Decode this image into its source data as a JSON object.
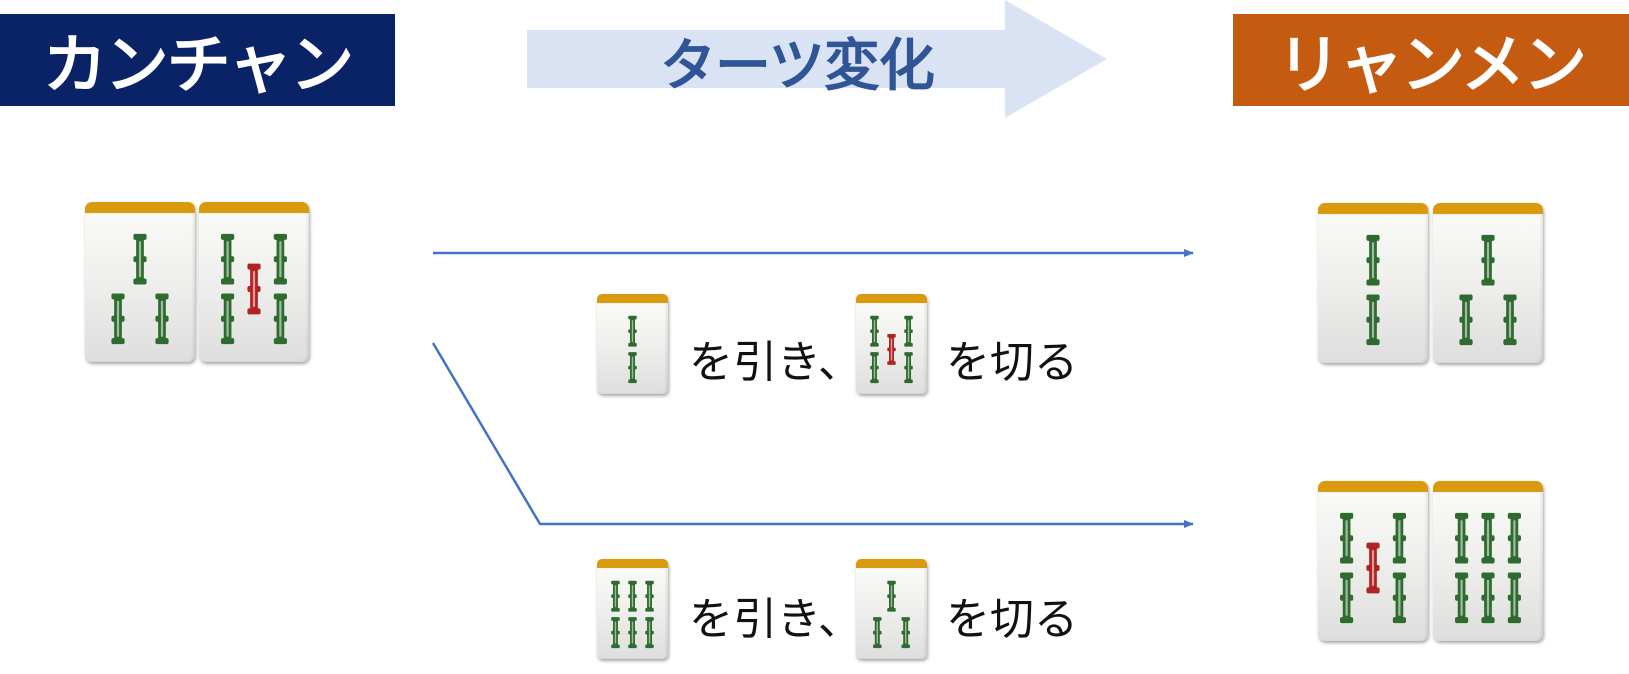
{
  "headers": {
    "left": "カンチャン",
    "middle": "ターツ変化",
    "right": "リャンメン"
  },
  "colors": {
    "left_header_bg": "#0a2266",
    "right_header_bg": "#c55a11",
    "arrow_fill": "#dae3f3",
    "arrow_text": "#2f5597",
    "connector_line": "#4472c4",
    "tile_top": "#d99a0e",
    "bamboo_green": "#2e6b2e",
    "bamboo_red": "#b22222"
  },
  "tiles": {
    "start_pair": [
      "bamboo-3",
      "bamboo-5"
    ],
    "result_upper": [
      "bamboo-2",
      "bamboo-3"
    ],
    "result_lower": [
      "bamboo-5",
      "bamboo-6"
    ]
  },
  "instructions": [
    {
      "draw_tile": "bamboo-2",
      "draw_text": "を引き、",
      "discard_tile": "bamboo-5",
      "discard_text": "を切る"
    },
    {
      "draw_tile": "bamboo-6",
      "draw_text": "を引き、",
      "discard_tile": "bamboo-3",
      "discard_text": "を切る"
    }
  ]
}
